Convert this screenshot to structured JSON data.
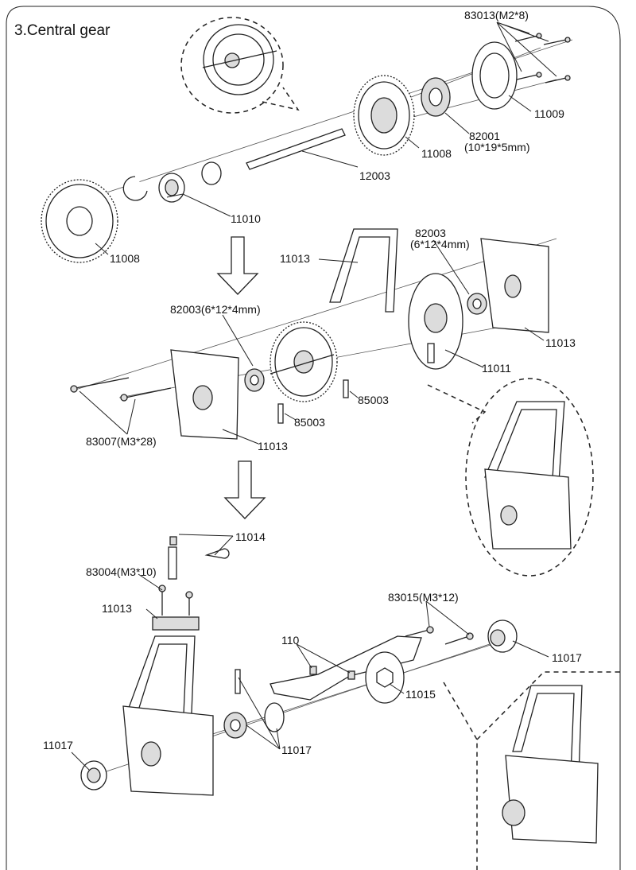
{
  "title": "3.Central gear",
  "labels": {
    "l_83013": "83013(M2*8)",
    "l_11009": "11009",
    "l_82001a": "82001",
    "l_82001b": "(10*19*5mm)",
    "l_11008a": "11008",
    "l_12003": "12003",
    "l_11010": "11010",
    "l_11008b": "11008",
    "l_82003a1": "82003",
    "l_82003a2": "(6*12*4mm)",
    "l_11013a": "11013",
    "l_82003b": "82003(6*12*4mm)",
    "l_11013b": "11013",
    "l_11011": "11011",
    "l_85003a": "85003",
    "l_85003b": "85003",
    "l_83007": "83007(M3*28)",
    "l_11013c": "11013",
    "l_11014": "11014",
    "l_83004": "83004(M3*10)",
    "l_11013d": "11013",
    "l_83015": "83015(M3*12)",
    "l_110": "110",
    "l_11017a": "11017",
    "l_11015": "11015",
    "l_11017b": "11017",
    "l_11017c": "11017"
  }
}
